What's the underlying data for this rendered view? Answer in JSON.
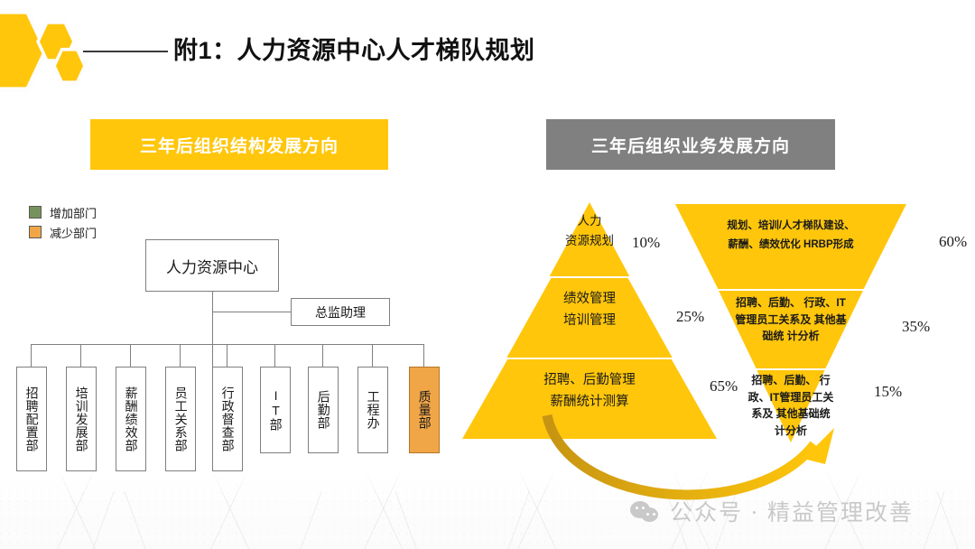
{
  "slide": {
    "title": "附1：人力资源中心人才梯队规划"
  },
  "banners": {
    "left": "三年后组织结构发展方向",
    "right": "三年后组织业务发展方向"
  },
  "legend": {
    "items": [
      {
        "label": "增加部门",
        "color": "#76925c",
        "icon": "legend-swatch-add"
      },
      {
        "label": "减少部门",
        "color": "#f0a647",
        "icon": "legend-swatch-remove"
      }
    ]
  },
  "org_chart": {
    "root": "人力资源中心",
    "assistant": "总监助理",
    "departments": [
      {
        "label": "招聘配置部",
        "highlight": false
      },
      {
        "label": "培训发展部",
        "highlight": false
      },
      {
        "label": "薪酬绩效部",
        "highlight": false
      },
      {
        "label": "员工关系部",
        "highlight": false
      },
      {
        "label": "行政督查部",
        "highlight": false
      },
      {
        "label": "IT部",
        "highlight": false
      },
      {
        "label": "后勤部",
        "highlight": false
      },
      {
        "label": "工程办",
        "highlight": false
      },
      {
        "label": "质量部",
        "highlight": true
      }
    ]
  },
  "chart_data": [
    {
      "type": "pie",
      "shape": "pyramid",
      "title": "三年后组织结构发展方向",
      "categories": [
        "人力\n资源规划",
        "绩效管理\n培训管理",
        "招聘、后勤管理\n薪酬统计测算"
      ],
      "values": [
        10,
        25,
        65
      ],
      "value_labels": [
        "10%",
        "25%",
        "65%"
      ],
      "layers": [
        {
          "line1": "人力",
          "line2": "资源规划",
          "percent": "10%"
        },
        {
          "line1": "绩效管理",
          "line2": "培训管理",
          "percent": "25%"
        },
        {
          "line1": "招聘、后勤管理",
          "line2": "薪酬统计测算",
          "percent": "65%"
        }
      ],
      "color": "#FFC60B",
      "legend": "none"
    },
    {
      "type": "pie",
      "shape": "inverted-funnel",
      "title": "三年后组织业务发展方向",
      "categories": [
        "规划、培训/人才梯队建设、薪酬、绩效优化 HRBP形成",
        "招聘、后勤、 行政、IT管理员工关系及 其他基础统 计分析",
        "招聘、后勤、 行政、IT管理员工关系及 其他基础统计分析"
      ],
      "values": [
        60,
        35,
        15
      ],
      "value_labels": [
        "60%",
        "35%",
        "15%"
      ],
      "layers": [
        {
          "line1": "规划、培训/人才梯队建设、",
          "line2": "薪酬、绩效优化 HRBP形成",
          "percent": "60%"
        },
        {
          "line1": "招聘、后勤、 行政、IT",
          "line2": "管理员工关系及 其他基",
          "line3": "础统 计分析",
          "percent": "35%"
        },
        {
          "line1": "招聘、后勤、 行",
          "line2": "政、IT管理员工关",
          "line3": "系及 其他基础统",
          "line4": "计分析",
          "percent": "15%"
        }
      ],
      "color": "#FFC60B",
      "legend": "none"
    }
  ],
  "watermark": {
    "text": "公众号 · 精益管理改善"
  },
  "colors": {
    "accent_yellow": "#FFC60B",
    "banner_gray": "#808080",
    "highlight_orange": "#f0a647",
    "legend_green": "#76925c",
    "arrow_gold_dark": "#D4A017",
    "arrow_gold_light": "#FFC60B"
  }
}
